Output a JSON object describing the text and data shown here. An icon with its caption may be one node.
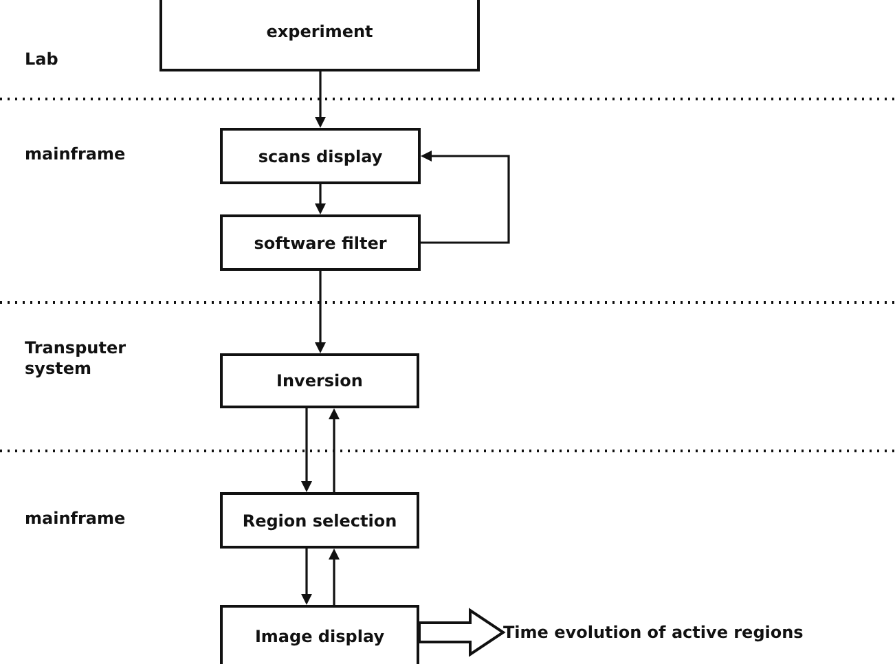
{
  "diagram": {
    "nodes": [
      {
        "text": [
          "experiment"
        ]
      },
      {
        "text": [
          "scans display"
        ]
      },
      {
        "text": [
          "software filter"
        ]
      },
      {
        "text": [
          "Inversion"
        ]
      },
      {
        "text": [
          "Region selection"
        ]
      },
      {
        "text": [
          "Image display"
        ]
      },
      {
        "text": [
          "Time evolution of active regions"
        ]
      }
    ],
    "edges": [
      {
        "from": 0,
        "to": 1,
        "arrow": "to"
      },
      {
        "from": 1,
        "to": 2,
        "arrow": "to"
      },
      {
        "from": 2,
        "to": 1,
        "arrow": "to"
      },
      {
        "from": 2,
        "to": 3,
        "arrow": "to"
      },
      {
        "from": 3,
        "to": 4,
        "arrow": "to"
      },
      {
        "from": 4,
        "to": 3,
        "arrow": "to"
      },
      {
        "from": 4,
        "to": 5,
        "arrow": "to"
      },
      {
        "from": 5,
        "to": 4,
        "arrow": "to"
      },
      {
        "from": 5,
        "to": 6,
        "arrow": "to",
        "style": "thick"
      }
    ],
    "labels": [
      "Lab",
      "mainframe",
      "Transputer system",
      "mainframe"
    ]
  }
}
